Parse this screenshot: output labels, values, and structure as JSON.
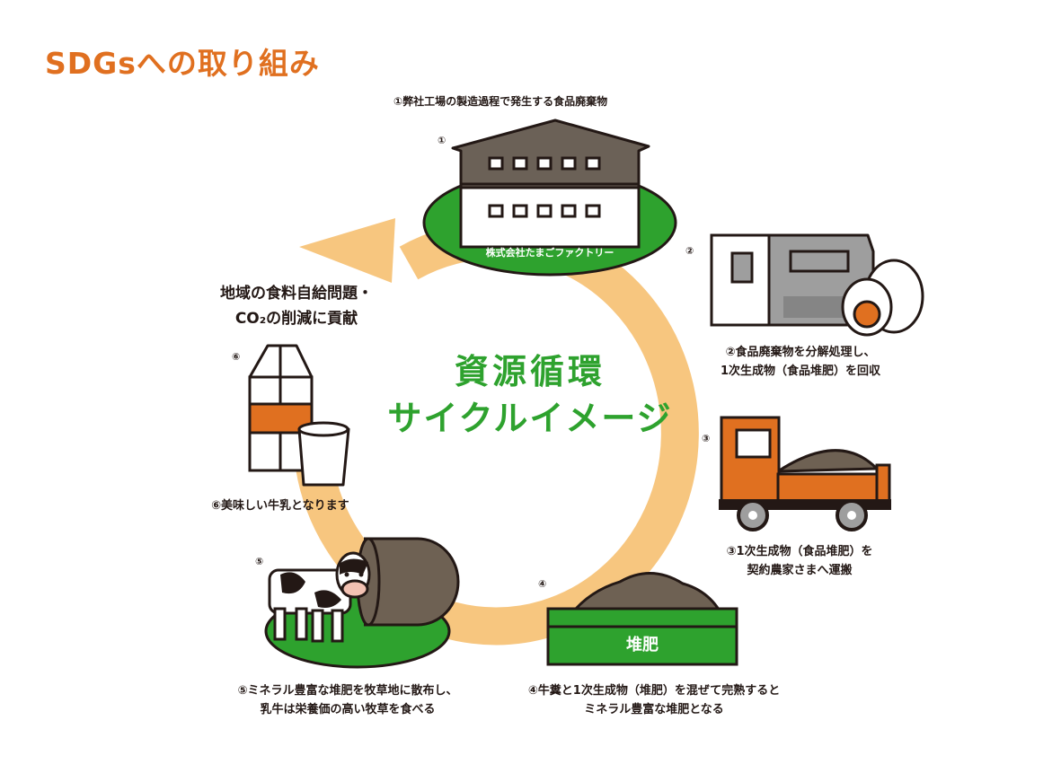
{
  "title": "SDGsへの取り組み",
  "center": {
    "line1": "資源循環",
    "line2": "サイクルイメージ"
  },
  "impact": {
    "line1": "地域の食料自給問題・",
    "line2": "CO₂の削減に貢献"
  },
  "steps": [
    {
      "num": "①",
      "caption": [
        "①弊社工場の製造過程で発生する食品廃棄物"
      ],
      "label": "株式会社たまごファクトリー"
    },
    {
      "num": "②",
      "caption": [
        "②食品廃棄物を分解処理し、",
        "1次生成物（食品堆肥）を回収"
      ]
    },
    {
      "num": "③",
      "caption": [
        "③1次生成物（食品堆肥）を",
        "契約農家さまへ運搬"
      ]
    },
    {
      "num": "④",
      "caption": [
        "④牛糞と1次生成物（堆肥）を混ぜて完熟すると",
        "ミネラル豊富な堆肥となる"
      ],
      "label": "堆肥"
    },
    {
      "num": "⑤",
      "caption": [
        "⑤ミネラル豊富な堆肥を牧草地に散布し、",
        "乳牛は栄養価の高い牧草を食べる"
      ]
    },
    {
      "num": "⑥",
      "caption": [
        "⑥美味しい牛乳となります"
      ]
    }
  ],
  "colors": {
    "accent_orange": "#e07020",
    "cycle_ring": "#f7c67f",
    "green": "#2ea22e",
    "building": "#6b6157",
    "soil": "#6e6153"
  }
}
